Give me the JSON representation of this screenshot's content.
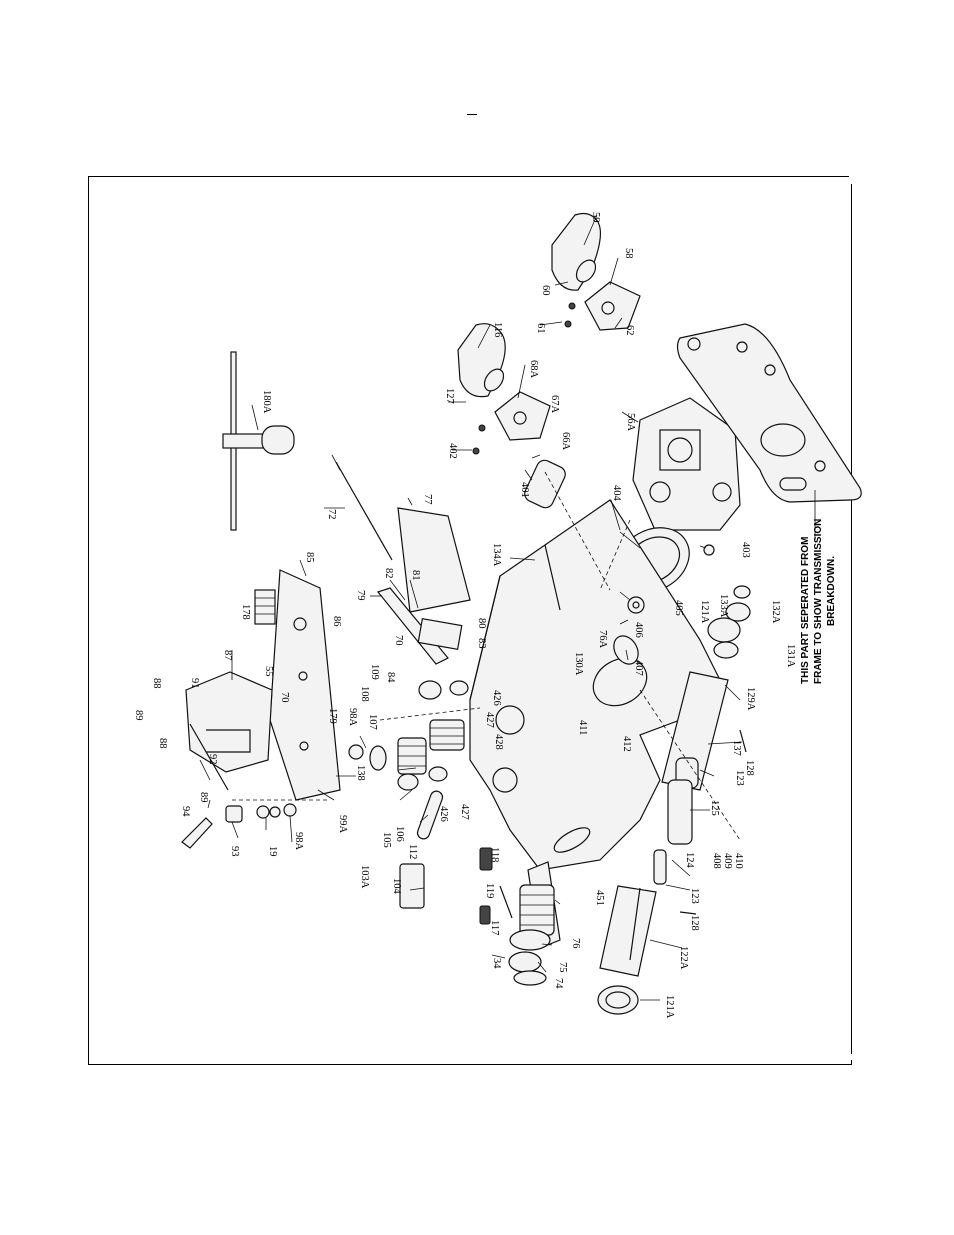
{
  "header": {
    "mark": "–"
  },
  "diagram": {
    "note_lines": [
      "THIS PART SEPERATED FROM",
      "FRAME TO SHOW TRANSMISSION",
      "BREAKDOWN."
    ],
    "part_labels": [
      "59",
      "58",
      "60",
      "61",
      "62",
      "116",
      "68A",
      "127",
      "67A",
      "402",
      "66A",
      "401",
      "56A",
      "404",
      "403",
      "180A",
      "72",
      "77",
      "134A",
      "85",
      "178",
      "86",
      "79",
      "82",
      "81",
      "80",
      "87",
      "55",
      "70",
      "109",
      "84",
      "83",
      "108",
      "426",
      "70",
      "88",
      "91",
      "89",
      "179",
      "98A",
      "107",
      "103A",
      "105",
      "106",
      "112",
      "138",
      "99A",
      "98A",
      "19",
      "93",
      "94",
      "89",
      "88",
      "92",
      "428",
      "427",
      "427",
      "426",
      "130A",
      "411",
      "412",
      "76A",
      "407",
      "406",
      "405",
      "121A",
      "133A",
      "132A",
      "131A",
      "129A",
      "137",
      "128",
      "123",
      "125",
      "408",
      "409",
      "410",
      "124",
      "123",
      "128",
      "122A",
      "121A",
      "118",
      "119",
      "117",
      "104",
      "451",
      "34",
      "76",
      "75",
      "74"
    ]
  }
}
